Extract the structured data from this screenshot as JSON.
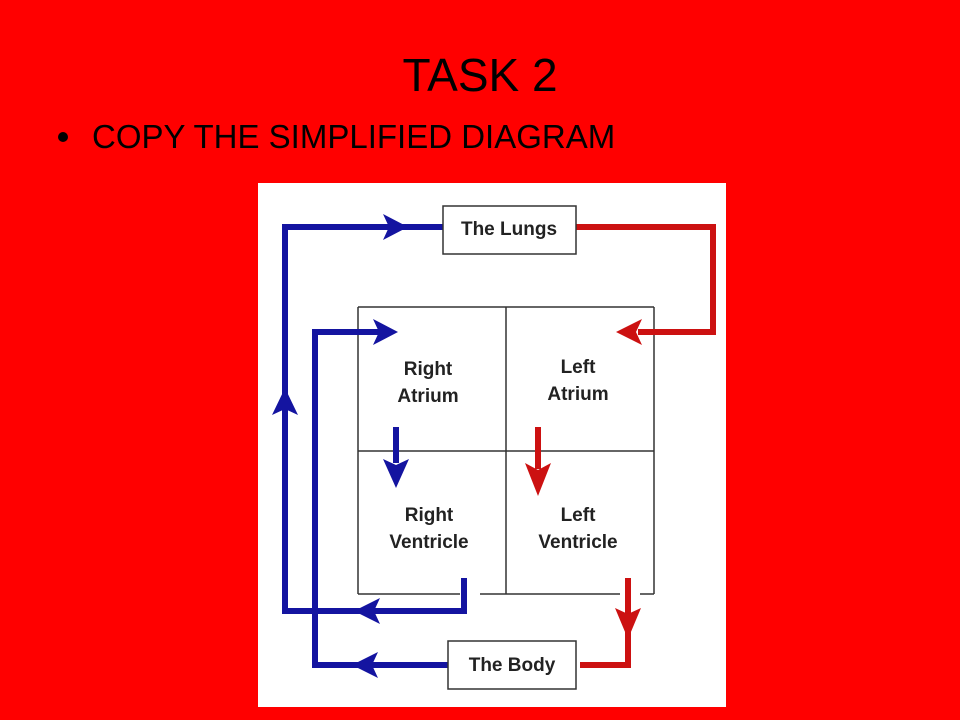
{
  "slide": {
    "title": "TASK 2",
    "bullet": "COPY THE SIMPLIFIED DIAGRAM"
  },
  "diagram": {
    "lungs_label": "The Lungs",
    "body_label": "The Body",
    "chambers": {
      "right_atrium": [
        "Right",
        "Atrium"
      ],
      "left_atrium": [
        "Left",
        "Atrium"
      ],
      "right_ventricle": [
        "Right",
        "Ventricle"
      ],
      "left_ventricle": [
        "Left",
        "Ventricle"
      ]
    },
    "colors": {
      "background": "#ff0000",
      "deoxygenated": "#1414a0",
      "oxygenated": "#cc1111",
      "panel": "#ffffff"
    }
  }
}
